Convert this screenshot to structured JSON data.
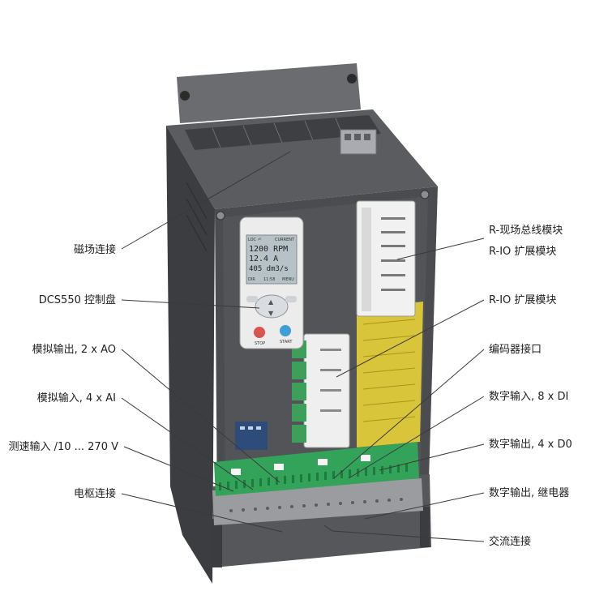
{
  "display": {
    "top_left": "LOC  ⏎",
    "top_right": "CURRENT",
    "line1": "1200 RPM",
    "line2": "12.4 A",
    "line3": "405 dm3/s",
    "bottom_left": "DIR",
    "bottom_mid": "11:58",
    "bottom_right": "MENU"
  },
  "keypad": {
    "stop_label": "STOP",
    "start_label": "START"
  },
  "callouts_left": [
    "磁场连接",
    "DCS550 控制盘",
    "模拟输出, 2 x AO",
    "模拟输入, 4 x AI",
    "测速输入 /10 ... 270 V",
    "电枢连接"
  ],
  "callouts_right": [
    "R-现场总线模块",
    "R-IO 扩展模块",
    "R-IO 扩展模块",
    "编码器接口",
    "数字输入, 8 x DI",
    "数字输出, 4 x D0",
    "数字输出, 继电器",
    "交流连接"
  ],
  "colors": {
    "chassis": "#4a4c4f",
    "terminal_green": "#34a35a",
    "warning_label": "#d8c53a",
    "panel_face": "#ececec"
  }
}
